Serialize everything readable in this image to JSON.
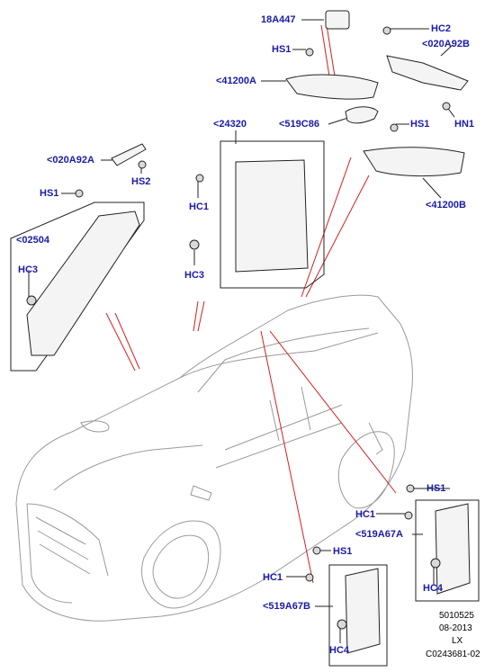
{
  "diagram": {
    "callouts": {
      "c_18a447": "18A447",
      "c_hc2": "HC2",
      "c_hs1_top": "HS1",
      "c_020a92b": "<020A92B",
      "c_41200a": "<41200A",
      "c_519c86": "<519C86",
      "c_hs1_right": "HS1",
      "c_hn1": "HN1",
      "c_24320": "<24320",
      "c_020a92a": "<020A92A",
      "c_hs2": "HS2",
      "c_hs1_left": "HS1",
      "c_hc1_mid": "HC1",
      "c_41200b": "<41200B",
      "c_02504": "<02504",
      "c_hc3_left": "HC3",
      "c_hc3_mid": "HC3",
      "c_hs1_br1": "HS1",
      "c_hc1_br1": "HC1",
      "c_519a67a": "<519A67A",
      "c_hc4_br1": "HC4",
      "c_hs1_br2": "HS1",
      "c_hc1_br2": "HC1",
      "c_519a67b": "<519A67B",
      "c_hc4_br2": "HC4"
    },
    "footer": {
      "line1": "5010525",
      "line2": "08-2013",
      "line3": "LX",
      "line4": "C0243681-02"
    },
    "colors": {
      "callout": "#1a1aa8",
      "leader_red": "#d81e1e",
      "line": "#222222",
      "car_outline": "#9a9a9a"
    }
  }
}
